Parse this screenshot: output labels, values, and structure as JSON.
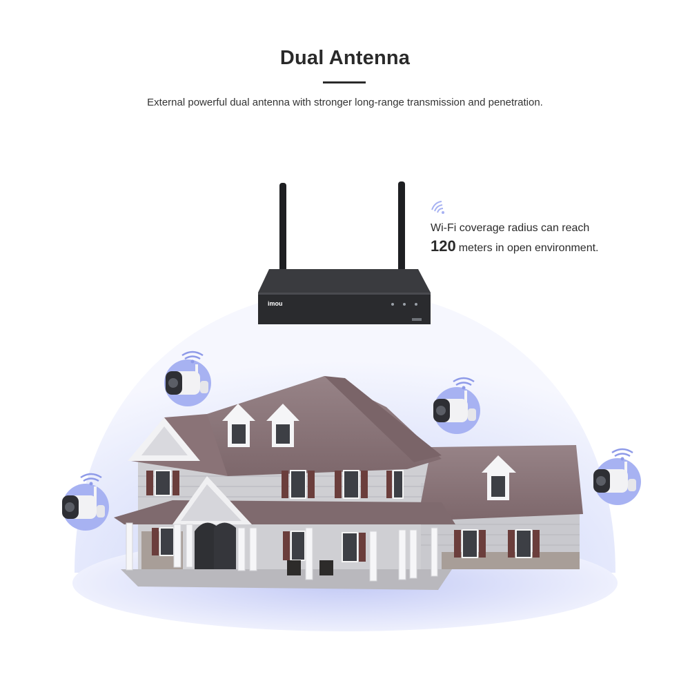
{
  "header": {
    "title": "Dual Antenna",
    "subtitle": "External powerful dual antenna with stronger long-range transmission and penetration."
  },
  "nvr": {
    "brand": "imou"
  },
  "coverage": {
    "text_line1": "Wi-Fi coverage radius can reach",
    "value": "120",
    "text_line2_suffix": "meters in open environment."
  },
  "colors": {
    "dome": "#dfe4fb",
    "camera_badge": "#a7b2f2",
    "wifi_signal": "#8e9ae8",
    "nvr_body": "#2a2b2e",
    "roof": "#8a7377",
    "siding": "#cfcfd3",
    "trim": "#f4f4f4",
    "shutter": "#6b3e3c"
  },
  "icons": {
    "wifi": "wifi-icon",
    "camera": "camera-icon"
  }
}
